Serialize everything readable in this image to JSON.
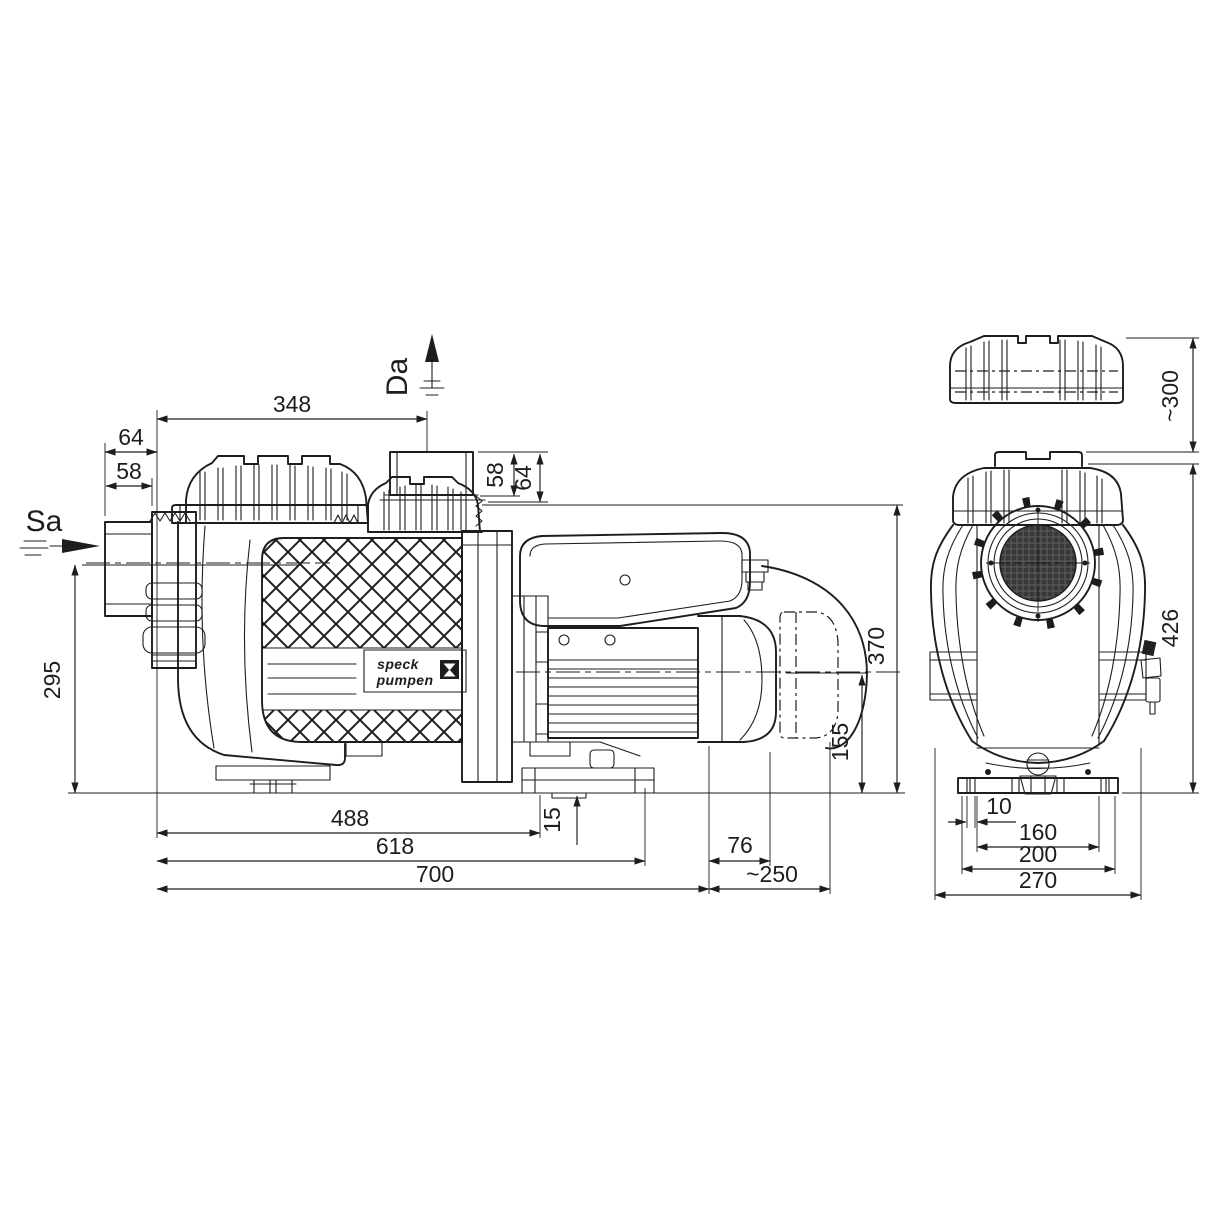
{
  "colors": {
    "background": "#ffffff",
    "line": "#1d1d1d",
    "mesh_dark": "#383838"
  },
  "labels": {
    "suction": "Sa",
    "discharge": "Da"
  },
  "logo": {
    "line1": "speck",
    "line2": "pumpen",
    "mark": "hourglass-icon"
  },
  "side_view": {
    "dimensions": {
      "lid_to_discharge_axis": "348",
      "suction_face_to_body": "64",
      "suction_face_to_seal": "58",
      "discharge_depth_inner": "58",
      "discharge_depth_outer": "64",
      "suction_axis_height": "295",
      "discharge_collar_height": "370",
      "shaft_axis_height": "155",
      "base_plate_thickness": "15",
      "foot_length": "488",
      "pump_unit_length": "618",
      "overall_length": "700",
      "cable_offset": "76",
      "cable_clearance": "~250"
    }
  },
  "front_view": {
    "dimensions": {
      "lid_removal_clearance": "~300",
      "overall_height": "426",
      "base_slot_width": "10",
      "foot_hole_spacing": "160",
      "base_width": "200",
      "overall_width": "270"
    }
  }
}
